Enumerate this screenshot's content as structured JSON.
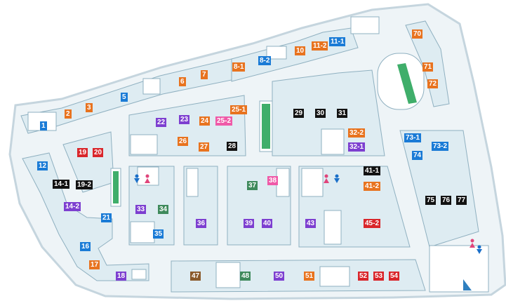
{
  "map": {
    "colors": {
      "background": "#ffffff",
      "outer_floor": "#eef4f7",
      "outer_edge": "#c5d5de",
      "store_fill": "#deecf2",
      "store_line": "#8fb0c0",
      "facility": "#ffffff",
      "stairs": "#3fae6a"
    },
    "legend": {
      "orange": "#e8731f",
      "red": "#d9262b",
      "blue": "#1a7bd6",
      "purple": "#7d3fd0",
      "black": "#121212",
      "pink": "#ef5aa8",
      "green": "#3f8a5c",
      "brown": "#8a5a2b"
    },
    "stores": [
      {
        "id": "s1",
        "label": "1",
        "color": "blue"
      },
      {
        "id": "s2",
        "label": "2",
        "color": "orange"
      },
      {
        "id": "s3",
        "label": "3",
        "color": "orange"
      },
      {
        "id": "s5",
        "label": "5",
        "color": "blue"
      },
      {
        "id": "s6",
        "label": "6",
        "color": "orange"
      },
      {
        "id": "s7",
        "label": "7",
        "color": "orange"
      },
      {
        "id": "s8_1",
        "label": "8-1",
        "color": "orange"
      },
      {
        "id": "s8_2",
        "label": "8-2",
        "color": "blue"
      },
      {
        "id": "s10",
        "label": "10",
        "color": "orange"
      },
      {
        "id": "s11_2",
        "label": "11-2",
        "color": "orange"
      },
      {
        "id": "s11_1",
        "label": "11-1",
        "color": "blue"
      },
      {
        "id": "s70",
        "label": "70",
        "color": "orange"
      },
      {
        "id": "s71",
        "label": "71",
        "color": "orange"
      },
      {
        "id": "s72",
        "label": "72",
        "color": "orange"
      },
      {
        "id": "s73_1",
        "label": "73-1",
        "color": "blue"
      },
      {
        "id": "s74",
        "label": "74",
        "color": "blue"
      },
      {
        "id": "s73_2",
        "label": "73-2",
        "color": "blue"
      },
      {
        "id": "s75",
        "label": "75",
        "color": "black"
      },
      {
        "id": "s76",
        "label": "76",
        "color": "black"
      },
      {
        "id": "s77",
        "label": "77",
        "color": "black"
      },
      {
        "id": "s29",
        "label": "29",
        "color": "black"
      },
      {
        "id": "s30",
        "label": "30",
        "color": "black"
      },
      {
        "id": "s31",
        "label": "31",
        "color": "black"
      },
      {
        "id": "s32_2",
        "label": "32-2",
        "color": "orange"
      },
      {
        "id": "s32_1",
        "label": "32-1",
        "color": "purple"
      },
      {
        "id": "s25_1",
        "label": "25-1",
        "color": "orange"
      },
      {
        "id": "s25_2",
        "label": "25-2",
        "color": "pink"
      },
      {
        "id": "s22",
        "label": "22",
        "color": "purple"
      },
      {
        "id": "s23",
        "label": "23",
        "color": "purple"
      },
      {
        "id": "s24",
        "label": "24",
        "color": "orange"
      },
      {
        "id": "s26",
        "label": "26",
        "color": "orange"
      },
      {
        "id": "s27",
        "label": "27",
        "color": "orange"
      },
      {
        "id": "s28",
        "label": "28",
        "color": "black"
      },
      {
        "id": "s19",
        "label": "19",
        "color": "red"
      },
      {
        "id": "s20",
        "label": "20",
        "color": "red"
      },
      {
        "id": "s12",
        "label": "12",
        "color": "blue"
      },
      {
        "id": "s14_1",
        "label": "14-1",
        "color": "black"
      },
      {
        "id": "s19_2",
        "label": "19-2",
        "color": "black"
      },
      {
        "id": "s14_2",
        "label": "14-2",
        "color": "purple"
      },
      {
        "id": "s21",
        "label": "21",
        "color": "blue"
      },
      {
        "id": "s16",
        "label": "16",
        "color": "blue"
      },
      {
        "id": "s17",
        "label": "17",
        "color": "orange"
      },
      {
        "id": "s18",
        "label": "18",
        "color": "purple"
      },
      {
        "id": "s33",
        "label": "33",
        "color": "purple"
      },
      {
        "id": "s34",
        "label": "34",
        "color": "green"
      },
      {
        "id": "s35",
        "label": "35",
        "color": "blue"
      },
      {
        "id": "s36",
        "label": "36",
        "color": "purple"
      },
      {
        "id": "s37",
        "label": "37",
        "color": "green"
      },
      {
        "id": "s38",
        "label": "38",
        "color": "pink"
      },
      {
        "id": "s39",
        "label": "39",
        "color": "purple"
      },
      {
        "id": "s40",
        "label": "40",
        "color": "purple"
      },
      {
        "id": "s41_1",
        "label": "41-1",
        "color": "black"
      },
      {
        "id": "s41_2",
        "label": "41-2",
        "color": "orange"
      },
      {
        "id": "s43",
        "label": "43",
        "color": "purple"
      },
      {
        "id": "s45_2",
        "label": "45-2",
        "color": "red"
      },
      {
        "id": "s47",
        "label": "47",
        "color": "brown"
      },
      {
        "id": "s48",
        "label": "48",
        "color": "green"
      },
      {
        "id": "s50",
        "label": "50",
        "color": "purple"
      },
      {
        "id": "s51",
        "label": "51",
        "color": "orange"
      },
      {
        "id": "s52",
        "label": "52",
        "color": "red"
      },
      {
        "id": "s53",
        "label": "53",
        "color": "red"
      },
      {
        "id": "s54",
        "label": "54",
        "color": "red"
      }
    ]
  }
}
